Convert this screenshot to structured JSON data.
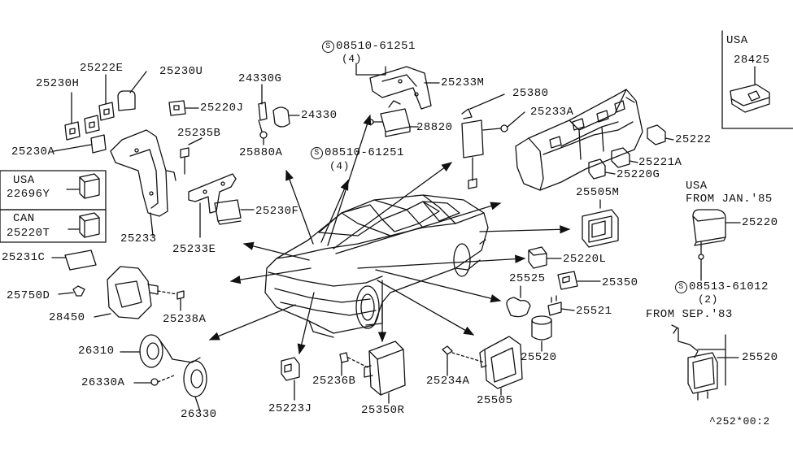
{
  "labels": {
    "p25230H": "25230H",
    "p25222E": "25222E",
    "p25230U": "25230U",
    "p25230A": "25230A",
    "p25220J": "25220J",
    "p25235B": "25235B",
    "p24330G": "24330G",
    "p24330": "24330",
    "p25880A": "25880A",
    "p25233M": "25233M",
    "p25380": "25380",
    "p25233A": "25233A",
    "p28820": "28820",
    "p25222": "25222",
    "p25221A": "25221A",
    "p25220G": "25220G",
    "p25505M": "25505M",
    "p25220": "25220",
    "p25230F": "25230F",
    "p25233E": "25233E",
    "p25233": "25233",
    "p22696Y": "22696Y",
    "p25220T": "25220T",
    "p25231C": "25231C",
    "p25750D": "25750D",
    "p28450": "28450",
    "p25238A": "25238A",
    "p25220L": "25220L",
    "p25525": "25525",
    "p25350": "25350",
    "p25521": "25521",
    "p25520a": "25520",
    "p25520b": "25520",
    "p26310": "26310",
    "p26330A": "26330A",
    "p26330": "26330",
    "p25223J": "25223J",
    "p25236B": "25236B",
    "p25350R": "25350R",
    "p25234A": "25234A",
    "p25505": "25505",
    "p28425": "28425",
    "bolt1": "08510-61251",
    "bolt1_qty": "(4)",
    "bolt2": "08510-61251",
    "bolt2_qty": "(4)",
    "bolt3": "08513-61012",
    "bolt3_qty": "(2)",
    "s_symbol": "S",
    "usa_box_title": "USA",
    "usa_inset_title": "USA",
    "can_box_title": "CAN",
    "usa_from_jan": "USA",
    "from_jan_85": "FROM JAN.'85",
    "from_sep_83": "FROM SEP.'83",
    "catalog_ref": "^252*00:2"
  }
}
